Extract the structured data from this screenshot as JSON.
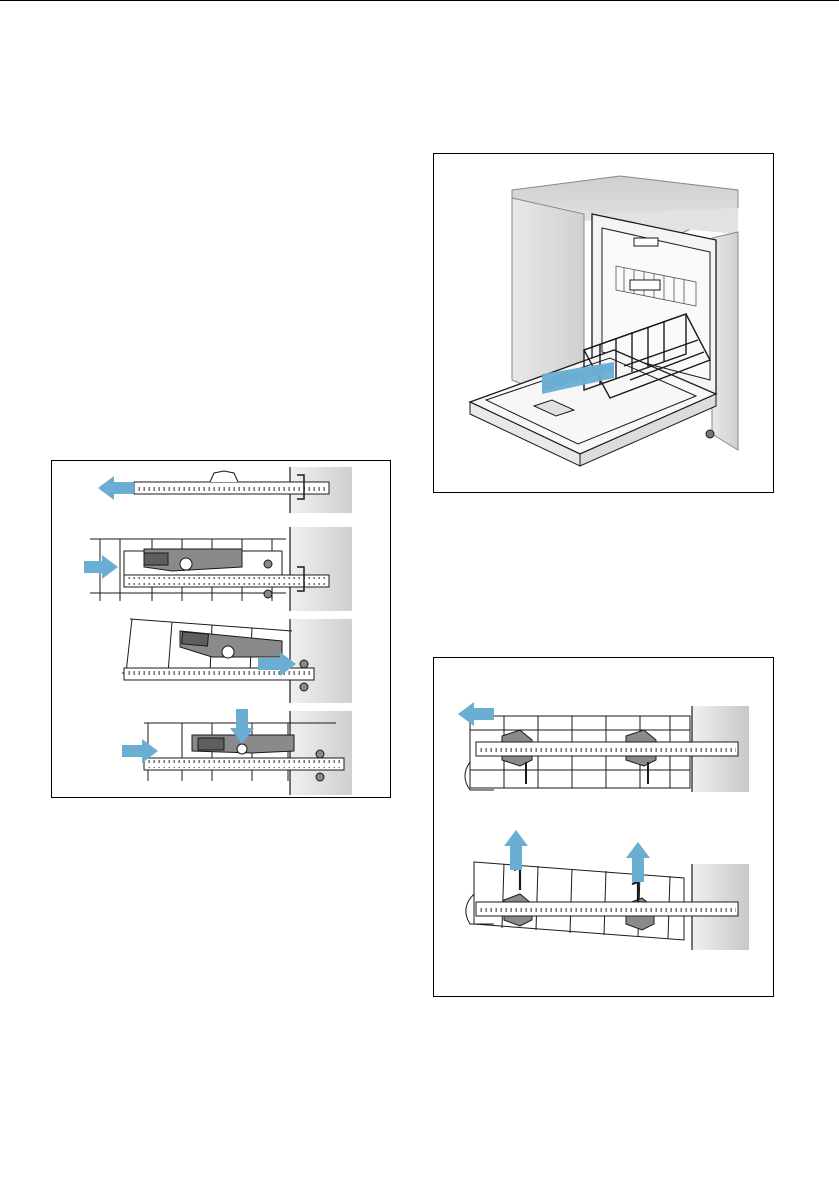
{
  "page": {
    "background": "#ffffff",
    "text": []
  },
  "colors": {
    "arrow": "#6aaed3",
    "line": "#1a1a1a",
    "wall": "#d8d8d8",
    "part": "#8a8a8a",
    "part_dark": "#5e5e5e"
  },
  "figures": [
    {
      "name": "rail-insertion-steps",
      "icon": "rail-diagram"
    },
    {
      "name": "dishwasher-rack-insertion",
      "icon": "dishwasher-illustration"
    },
    {
      "name": "rack-removal-steps",
      "icon": "rack-diagram"
    }
  ]
}
